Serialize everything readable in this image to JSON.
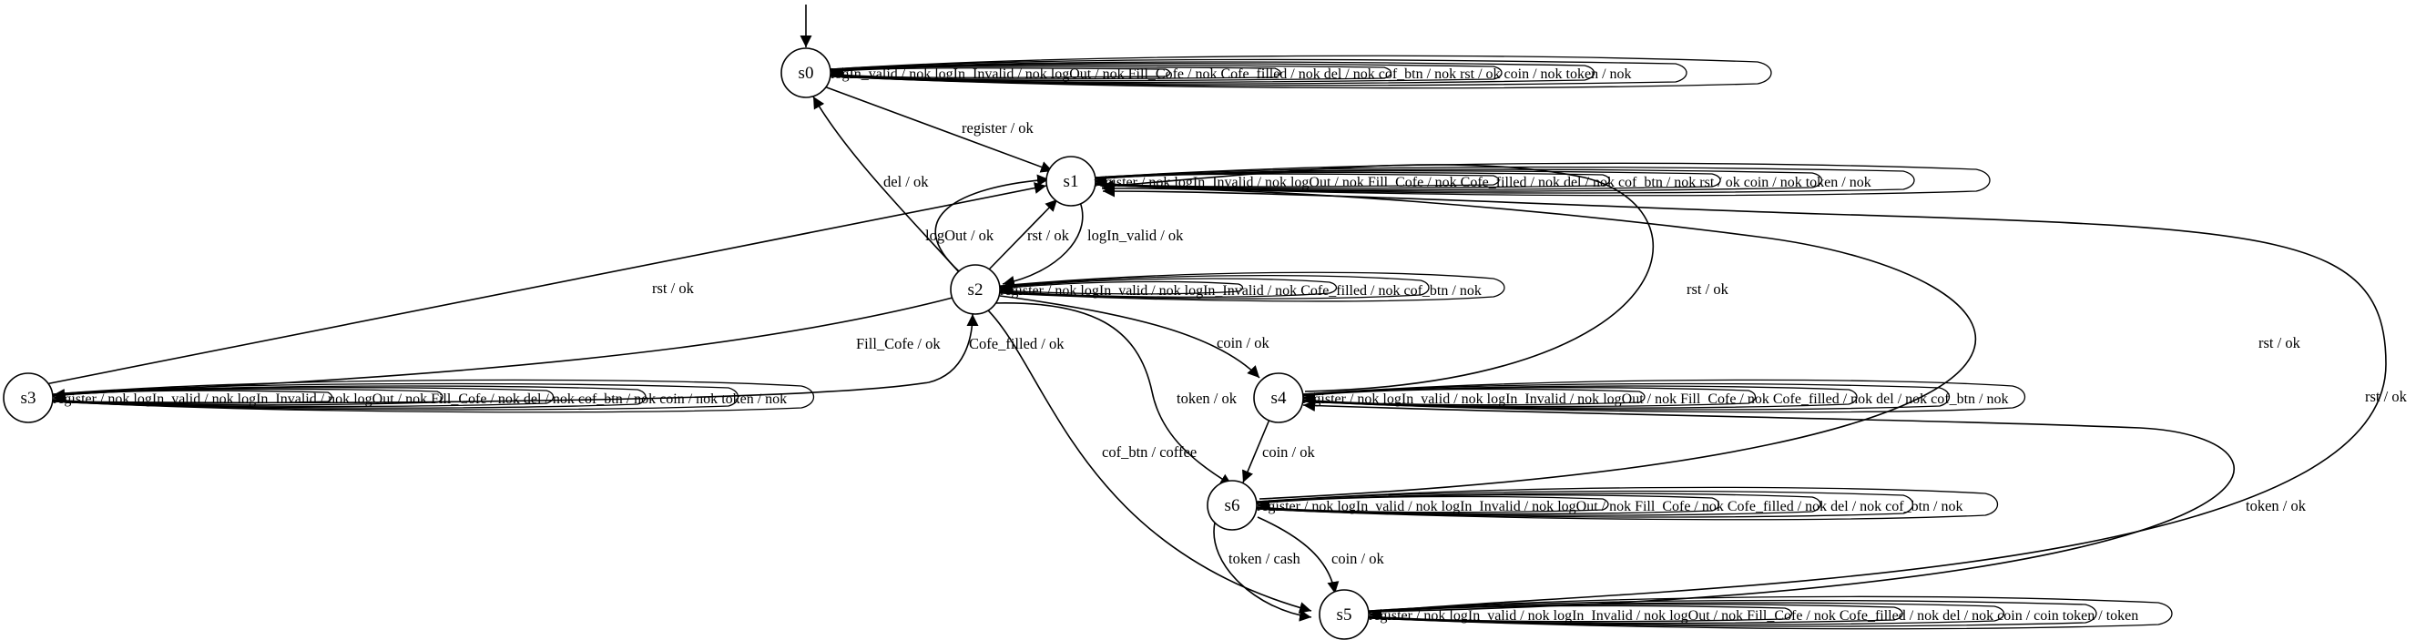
{
  "states": [
    {
      "id": "s0",
      "label": "s0"
    },
    {
      "id": "s1",
      "label": "s1"
    },
    {
      "id": "s2",
      "label": "s2"
    },
    {
      "id": "s3",
      "label": "s3"
    },
    {
      "id": "s4",
      "label": "s4"
    },
    {
      "id": "s5",
      "label": "s5"
    },
    {
      "id": "s6",
      "label": "s6"
    }
  ],
  "initial_state": "s0",
  "transitions": [
    {
      "id": "s0-s1",
      "from": "s0",
      "to": "s1",
      "label": "register / ok"
    },
    {
      "id": "s2-s0",
      "from": "s2",
      "to": "s0",
      "label": "del / ok"
    },
    {
      "id": "s1-s2",
      "from": "s1",
      "to": "s2",
      "label": "logIn_valid / ok"
    },
    {
      "id": "s2-s1-logout",
      "from": "s2",
      "to": "s1",
      "label": "logOut / ok"
    },
    {
      "id": "s2-s1-rst",
      "from": "s2",
      "to": "s1",
      "label": "rst / ok"
    },
    {
      "id": "s3-s1",
      "from": "s3",
      "to": "s1",
      "label": "rst / ok"
    },
    {
      "id": "s2-s3",
      "from": "s2",
      "to": "s3",
      "label": "Fill_Cofe / ok"
    },
    {
      "id": "s3-s2",
      "from": "s3",
      "to": "s2",
      "label": "Cofe_filled / ok"
    },
    {
      "id": "s4-s1",
      "from": "s4",
      "to": "s1",
      "label": "rst / ok"
    },
    {
      "id": "s6-s1",
      "from": "s6",
      "to": "s1",
      "label": "rst / ok"
    },
    {
      "id": "s5-s1",
      "from": "s5",
      "to": "s1",
      "label": "rst / ok"
    },
    {
      "id": "s2-s4",
      "from": "s2",
      "to": "s4",
      "label": "coin / ok"
    },
    {
      "id": "s2-s6",
      "from": "s2",
      "to": "s6",
      "label": "token / ok"
    },
    {
      "id": "s2-s5",
      "from": "s2",
      "to": "s5",
      "label": "cof_btn / coffee"
    },
    {
      "id": "s4-s6",
      "from": "s4",
      "to": "s6",
      "label": "coin / ok"
    },
    {
      "id": "s5-s4",
      "from": "s5",
      "to": "s4",
      "label": "token / ok"
    },
    {
      "id": "s6-s5-token",
      "from": "s6",
      "to": "s5",
      "label": "token / cash"
    },
    {
      "id": "s6-s5-coin",
      "from": "s6",
      "to": "s5",
      "label": "coin / ok"
    }
  ],
  "self_loops": [
    {
      "state": "s0",
      "labels": [
        "logIn_valid / nok",
        "logIn_Invalid / nok",
        "logOut / nok",
        "Fill_Cofe / nok",
        "Cofe_filled / nok",
        "del / nok",
        "cof_btn / nok",
        "rst / ok",
        "coin / nok",
        "token / nok"
      ]
    },
    {
      "state": "s1",
      "labels": [
        "register / nok",
        "logIn_Invalid / nok",
        "logOut / nok",
        "Fill_Cofe / nok",
        "Cofe_filled / nok",
        "del / nok",
        "cof_btn / nok",
        "rst / ok",
        "coin / nok",
        "token / nok"
      ]
    },
    {
      "state": "s2",
      "labels": [
        "register / nok",
        "logIn_valid / nok",
        "logIn_Invalid / nok",
        "Cofe_filled / nok",
        "cof_btn / nok"
      ]
    },
    {
      "state": "s3",
      "labels": [
        "register / nok",
        "logIn_valid / nok",
        "logIn_Invalid / nok",
        "logOut / nok",
        "Fill_Cofe / nok",
        "del / nok",
        "cof_btn / nok",
        "coin / nok",
        "token / nok"
      ]
    },
    {
      "state": "s4",
      "labels": [
        "register / nok",
        "logIn_valid / nok",
        "logIn_Invalid / nok",
        "logOut / nok",
        "Fill_Cofe / nok",
        "Cofe_filled / nok",
        "del / nok",
        "cof_btn / nok"
      ]
    },
    {
      "state": "s5",
      "labels": [
        "register / nok",
        "logIn_valid / nok",
        "logIn_Invalid / nok",
        "logOut / nok",
        "Fill_Cofe / nok",
        "Cofe_filled / nok",
        "del / nok",
        "coin / coin",
        "token / token"
      ]
    },
    {
      "state": "s6",
      "labels": [
        "register / nok",
        "logIn_valid / nok",
        "logIn_Invalid / nok",
        "logOut / nok",
        "Fill_Cofe / nok",
        "Cofe_filled / nok",
        "del / nok",
        "cof_btn / nok"
      ]
    }
  ]
}
